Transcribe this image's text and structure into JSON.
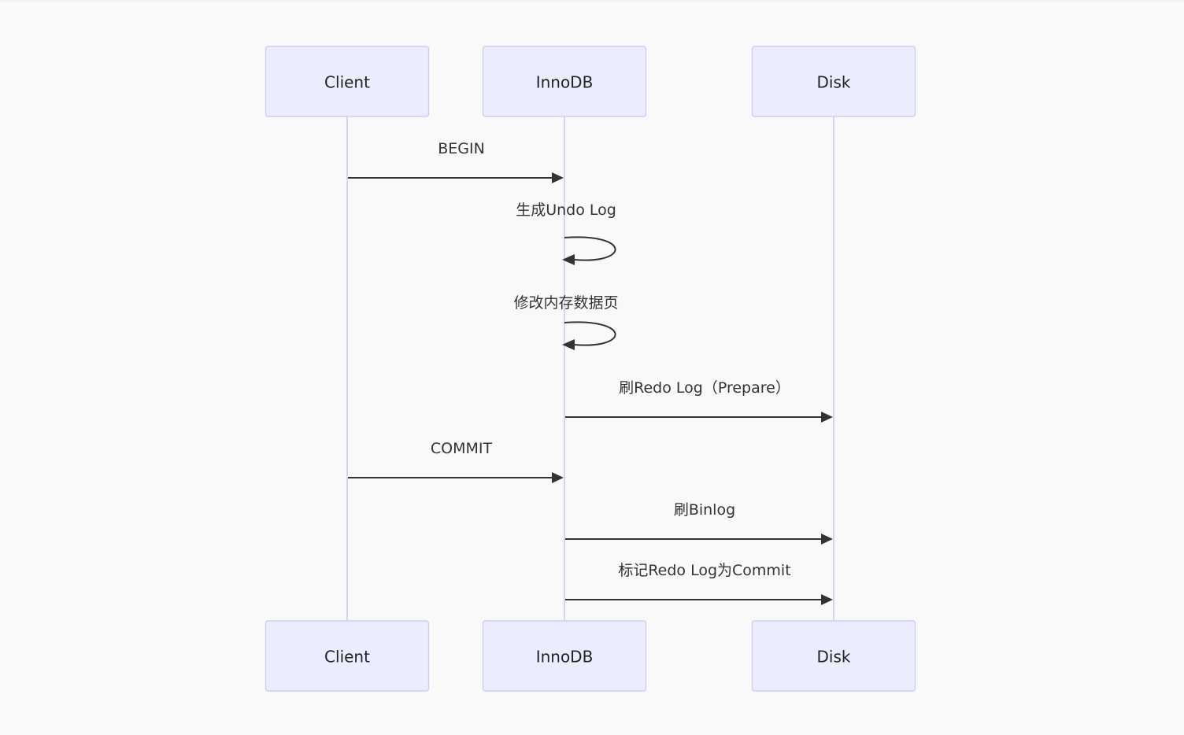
{
  "diagram": {
    "type": "sequence",
    "actors": [
      {
        "id": "client",
        "label": "Client"
      },
      {
        "id": "innodb",
        "label": "InnoDB"
      },
      {
        "id": "disk",
        "label": "Disk"
      }
    ],
    "messages": [
      {
        "from": "client",
        "to": "innodb",
        "label": "BEGIN"
      },
      {
        "from": "innodb",
        "to": "innodb",
        "label": "生成Undo Log"
      },
      {
        "from": "innodb",
        "to": "innodb",
        "label": "修改内存数据页"
      },
      {
        "from": "innodb",
        "to": "disk",
        "label": "刷Redo Log（Prepare）"
      },
      {
        "from": "client",
        "to": "innodb",
        "label": "COMMIT"
      },
      {
        "from": "innodb",
        "to": "disk",
        "label": "刷Binlog"
      },
      {
        "from": "innodb",
        "to": "disk",
        "label": "标记Redo Log为Commit"
      }
    ]
  },
  "colors": {
    "background": "#f9f9f9",
    "actor_fill": "#ececff",
    "actor_border": "#cfcdf0",
    "lifeline": "#d6d4f2",
    "arrow": "#333333",
    "text": "#333333"
  }
}
